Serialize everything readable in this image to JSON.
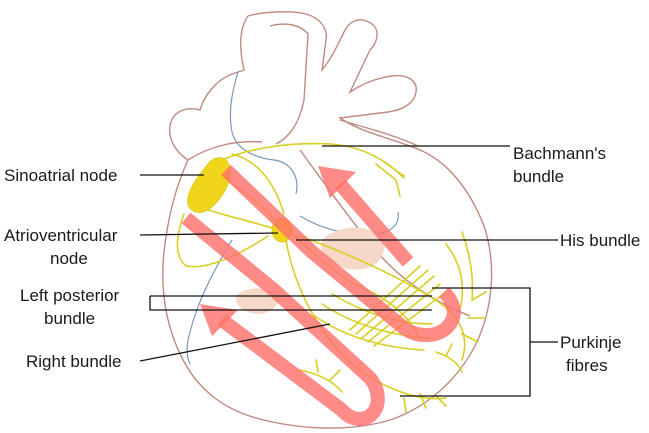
{
  "labels": {
    "sinoatrial": "Sinoatrial node",
    "av_line1": "Atrioventricular",
    "av_line2": "node",
    "left_post_line1": "Left posterior",
    "left_post_line2": "bundle",
    "right_bundle": "Right bundle",
    "bachmann_line1": "Bachmann's",
    "bachmann_line2": "bundle",
    "his": "His bundle",
    "purkinje_line1": "Purkinje",
    "purkinje_line2": "fibres"
  },
  "colors": {
    "heart_outline": "#c08a80",
    "vessel": "#7b98b8",
    "conduction": "#d8cf22",
    "node_fill": "#f0d51a",
    "arrow": "#ff6f6a",
    "tissue": "#f6d8c8",
    "leader": "#111111"
  }
}
